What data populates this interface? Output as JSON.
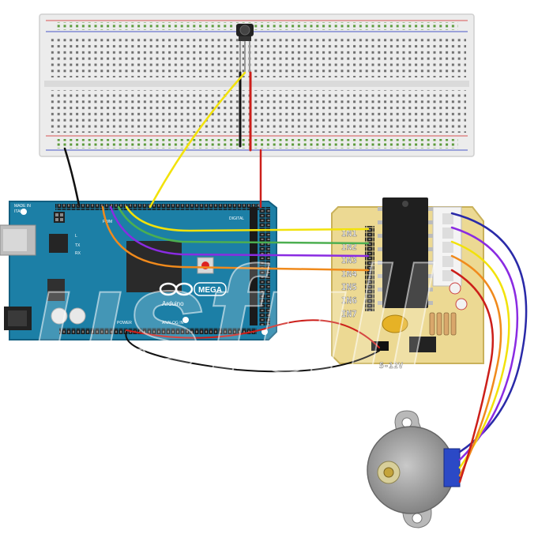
{
  "arduino": {
    "made_in": "MADE IN",
    "country": "ITALY",
    "brand": "Arduino",
    "model": "MEGA",
    "pwm_label": "PWM",
    "tx_label": "TX",
    "rx_label": "RX",
    "l_label": "L",
    "power_label": "POWER",
    "analog_label": "ANALOG IN",
    "digital_label": "DIGITAL"
  },
  "driver": {
    "inputs": [
      "IN1",
      "IN2",
      "IN3",
      "IN4",
      "IN5",
      "IN6",
      "IN7"
    ],
    "voltage": "5-12V"
  },
  "watermark": "usfull",
  "colors": {
    "board_blue": "#1c7fa6",
    "breadboard": "#e9e9e9",
    "driver_pcb": "#ecd993",
    "wire_yellow": "#f2e20a",
    "wire_orange": "#f08a1c",
    "wire_purple": "#8a2be2",
    "wire_red": "#cc1f1a",
    "wire_black": "#111111",
    "wire_green": "#4caf50",
    "wire_blue": "#2a2aa8"
  },
  "icons": [
    "infinity-logo-icon",
    "ir-receiver-icon",
    "stepper-motor-icon",
    "usb-port-icon",
    "power-jack-icon"
  ]
}
